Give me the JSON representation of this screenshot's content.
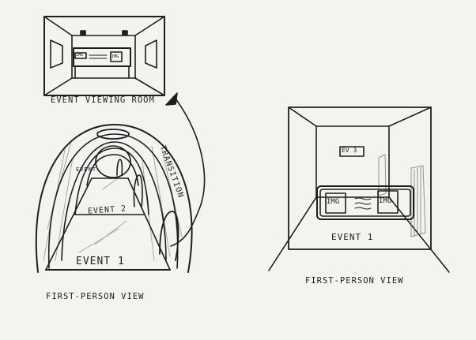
{
  "sketch": {
    "room_label": "EVENT VIEWING ROOM",
    "transition_label": "TRANSITION",
    "tunnel": {
      "event1": "EVENT 1",
      "event2": "EVENT 2",
      "event3": "EVENT",
      "caption": "FIRST-PERSON VIEW"
    },
    "corridor": {
      "end_label": "EV 3",
      "panel_left": "IMG",
      "panel_right": "IMG",
      "event_label": "EVENT 1",
      "caption": "FIRST-PERSON VIEW"
    },
    "room_thumbs": [
      "IMG",
      "IMG"
    ]
  }
}
